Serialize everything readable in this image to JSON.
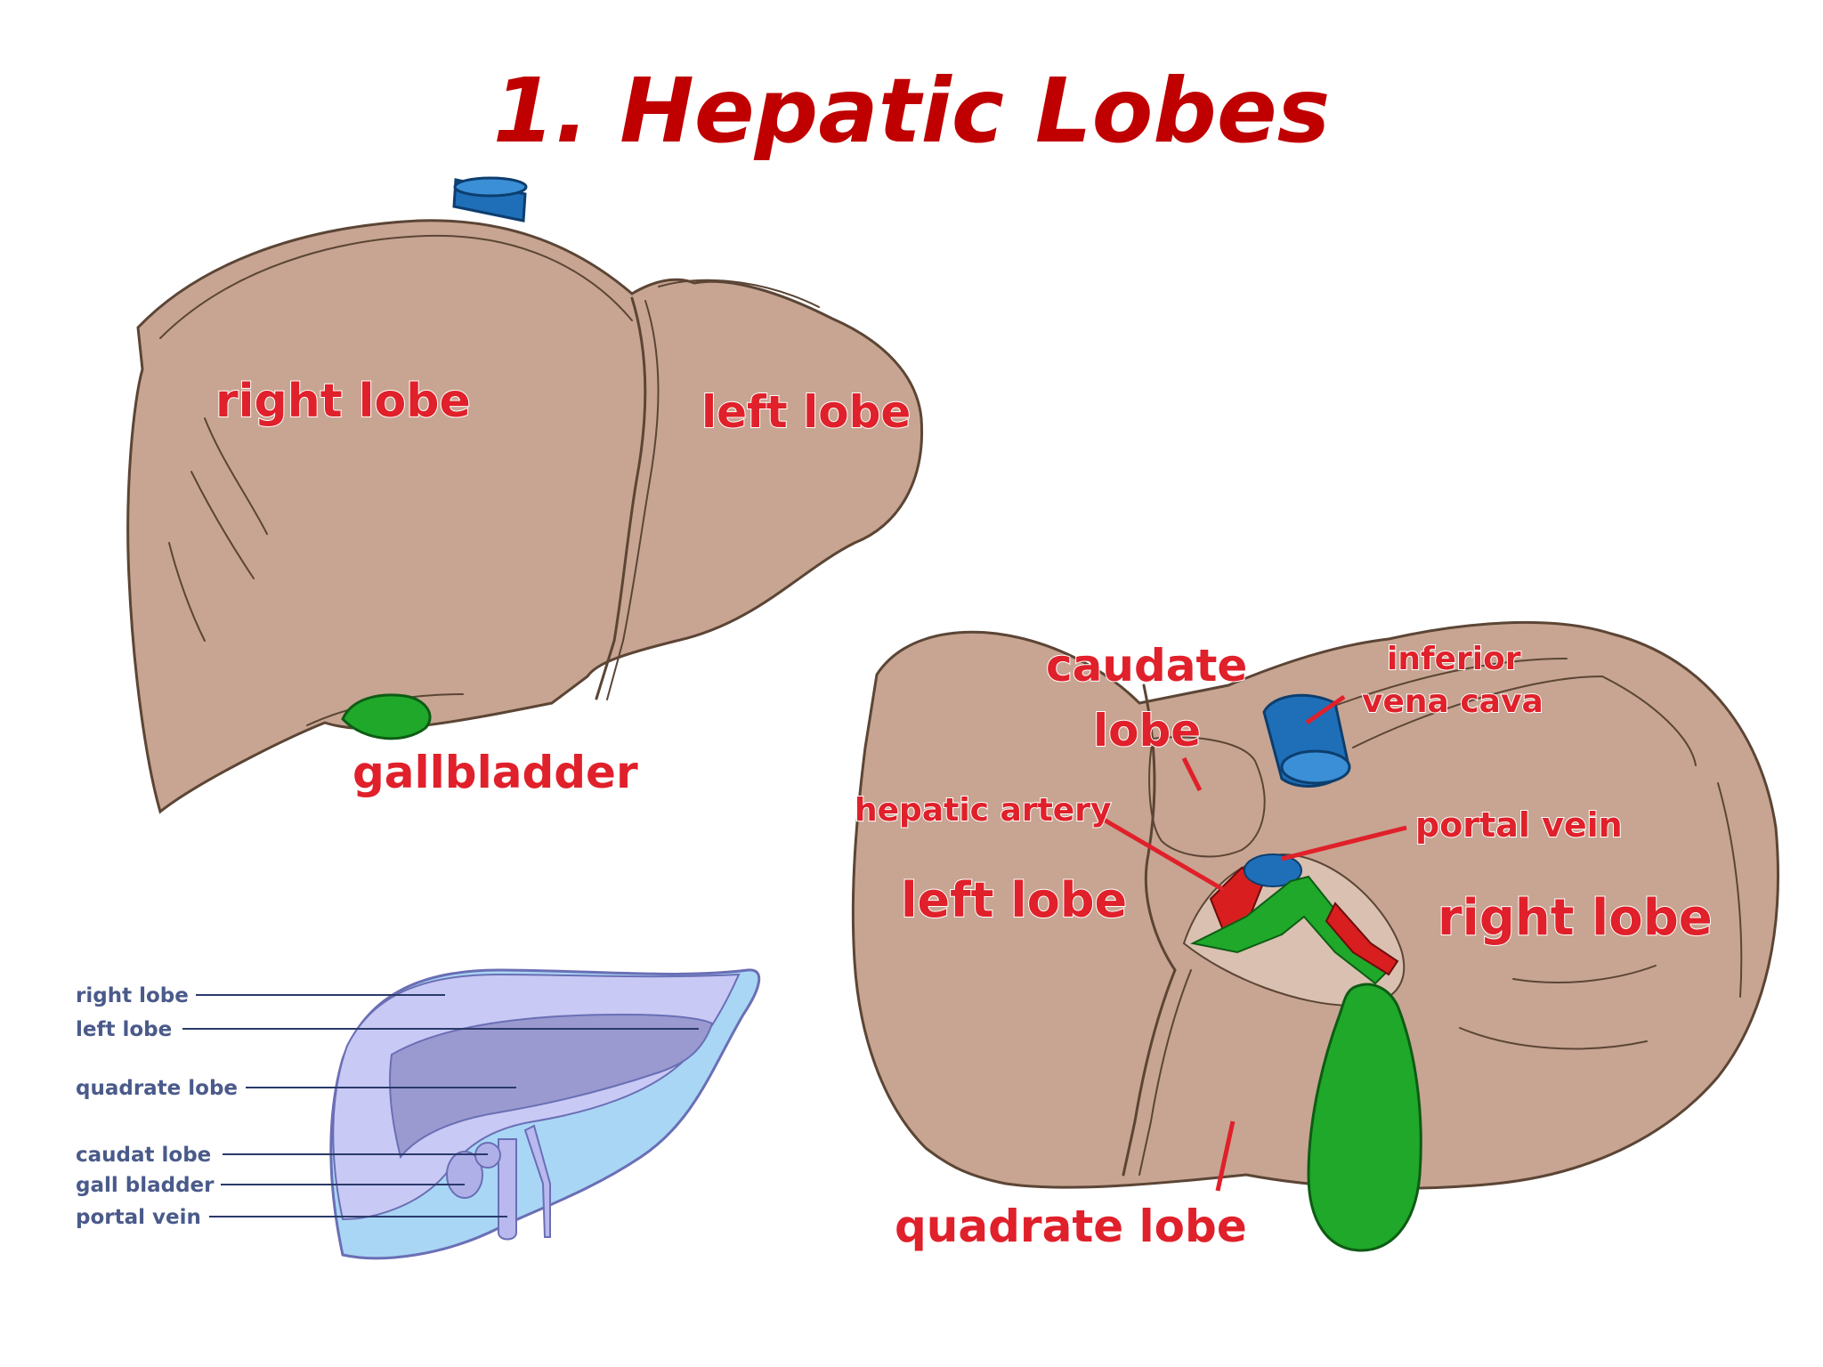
{
  "title": "1. Hepatic Lobes",
  "diagram_anterior": {
    "labels": {
      "right_lobe": "right lobe",
      "left_lobe": "left lobe",
      "gallbladder": "gallbladder"
    }
  },
  "diagram_inferior": {
    "labels": {
      "caudate_line1": "caudate",
      "caudate_line2": "lobe",
      "ivc_line1": "inferior",
      "ivc_line2": "vena cava",
      "hepatic_artery": "hepatic artery",
      "portal_vein": "portal vein",
      "left_lobe": "left lobe",
      "right_lobe": "right lobe",
      "quadrate_lobe": "quadrate lobe"
    }
  },
  "diagram_schematic": {
    "labels": {
      "right_lobe": "right lobe",
      "left_lobe": "left lobe",
      "quadrate_lobe": "quadrate lobe",
      "caudat_lobe": "caudat lobe",
      "gall_bladder": "gall bladder",
      "portal_vein": "portal vein"
    }
  },
  "colors": {
    "title": "#c00000",
    "label_red": "#e0202a",
    "liver_tissue": "#c7a592",
    "gallbladder": "#1fa82a",
    "vein_blue": "#1f6fb8",
    "artery_red": "#d81e1e",
    "schematic_label": "#4a5a8a"
  }
}
